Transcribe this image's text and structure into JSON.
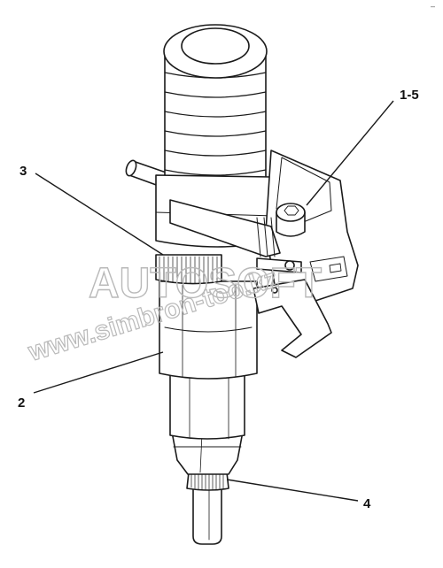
{
  "diagram": {
    "labels": [
      {
        "id": "label-1-5",
        "text": "1-5"
      },
      {
        "id": "label-3",
        "text": "3"
      },
      {
        "id": "label-2",
        "text": "2"
      },
      {
        "id": "label-4",
        "text": "4"
      }
    ],
    "corner_mark": "–",
    "watermark": {
      "brand": "AUTOSOFT",
      "url": "www.simbron-too.kz"
    },
    "colors": {
      "line": "#1a1a1a",
      "fill": "#ffffff",
      "watermark": "#b9b9b9"
    }
  }
}
